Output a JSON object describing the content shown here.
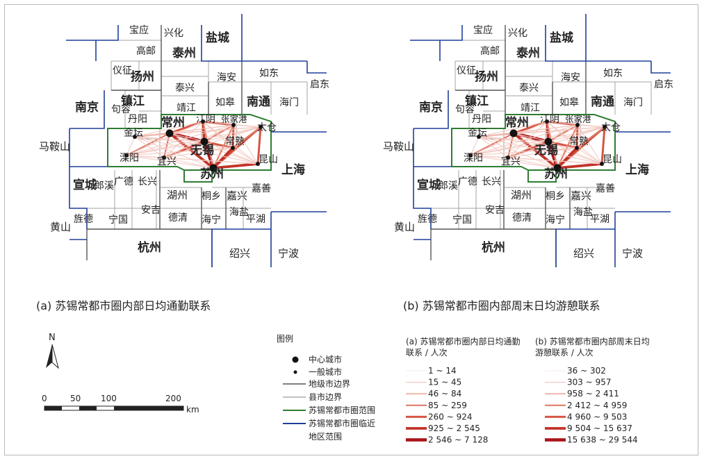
{
  "captions": {
    "a": "(a) 苏锡常都市圈内部日均通勤联系",
    "b": "(b) 苏锡常都市圈内部周末日均游憩联系"
  },
  "map_labels": {
    "baoying": "宝应",
    "xinghua": "兴化",
    "yancheng": "盐城",
    "gaoyou": "高邮",
    "taizhou": "泰州",
    "yizheng": "仪征",
    "yangzhou": "扬州",
    "haian": "海安",
    "rudong": "如东",
    "qidong": "启东",
    "taixing": "泰兴",
    "rugao": "如皋",
    "nantong": "南通",
    "haimen": "海门",
    "zhenjiang": "镇江",
    "nanjing": "南京",
    "jurong": "句容",
    "danyang": "丹阳",
    "jingjiang": "靖江",
    "jiangyin": "江阴",
    "zhangjiagang": "张家港",
    "changzhou": "常州",
    "taicang": "太仓",
    "jintan": "金坛",
    "wuxi": "无锡",
    "changshu": "常熟",
    "maanshan": "马鞍山",
    "liyang": "溧阳",
    "yixing": "宜兴",
    "kunshan": "昆山",
    "suzhou": "苏州",
    "shanghai": "上海",
    "xuancheng": "宣城",
    "langxi": "郎溪",
    "guangde": "广德",
    "changxing": "长兴",
    "huzhou": "湖州",
    "tongxiang": "桐乡",
    "jiaxing": "嘉兴",
    "jiashan": "嘉善",
    "anji": "安吉",
    "deqing": "德清",
    "haiyan": "海盐",
    "jingde": "旌德",
    "ningguo": "宁国",
    "haining": "海宁",
    "pinghu": "平湖",
    "huangshan": "黄山",
    "hangzhou": "杭州",
    "shaoxing": "绍兴",
    "ningbo": "宁波"
  },
  "north_label": "N",
  "scale": {
    "ticks": [
      "0",
      "50",
      "100",
      "200"
    ],
    "unit": "km"
  },
  "legend": {
    "title": "图例",
    "items": [
      {
        "label": "中心城市",
        "symbol": "big-dot"
      },
      {
        "label": "一般城市",
        "symbol": "small-dot"
      },
      {
        "label": "地级市边界",
        "symbol": "line",
        "color": "#555555"
      },
      {
        "label": "县市边界",
        "symbol": "line",
        "color": "#9a9a9a"
      },
      {
        "label": "苏锡常都市圈范围",
        "symbol": "line",
        "color": "#2e7d32"
      },
      {
        "label": "苏锡常都市圈临近地区范围",
        "symbol": "line",
        "color": "#1f3f99"
      }
    ]
  },
  "flow_legend_a": {
    "title": "(a) 苏锡常都市圈内部日均通勤联系 / 人次",
    "classes": [
      "1 ~ 14",
      "15 ~ 45",
      "46 ~ 84",
      "85 ~ 259",
      "260 ~ 924",
      "925 ~ 2 545",
      "2 546 ~ 7 128"
    ]
  },
  "flow_legend_b": {
    "title": "(b) 苏锡常都市圈内部周末日均游憩联系 / 人次",
    "classes": [
      "36 ~ 302",
      "303 ~ 957",
      "958 ~ 2 411",
      "2 412 ~ 4 959",
      "4 960 ~ 9 503",
      "9 504 ~ 15 637",
      "15 638 ~ 29 544"
    ]
  },
  "flow_colors": [
    "#f6e3e0",
    "#f2c8c0",
    "#eca99b",
    "#e07d6b",
    "#d45644",
    "#c23328",
    "#a8141a"
  ],
  "colors": {
    "green_boundary": "#2e7d32",
    "blue_boundary": "#1f3f99"
  }
}
